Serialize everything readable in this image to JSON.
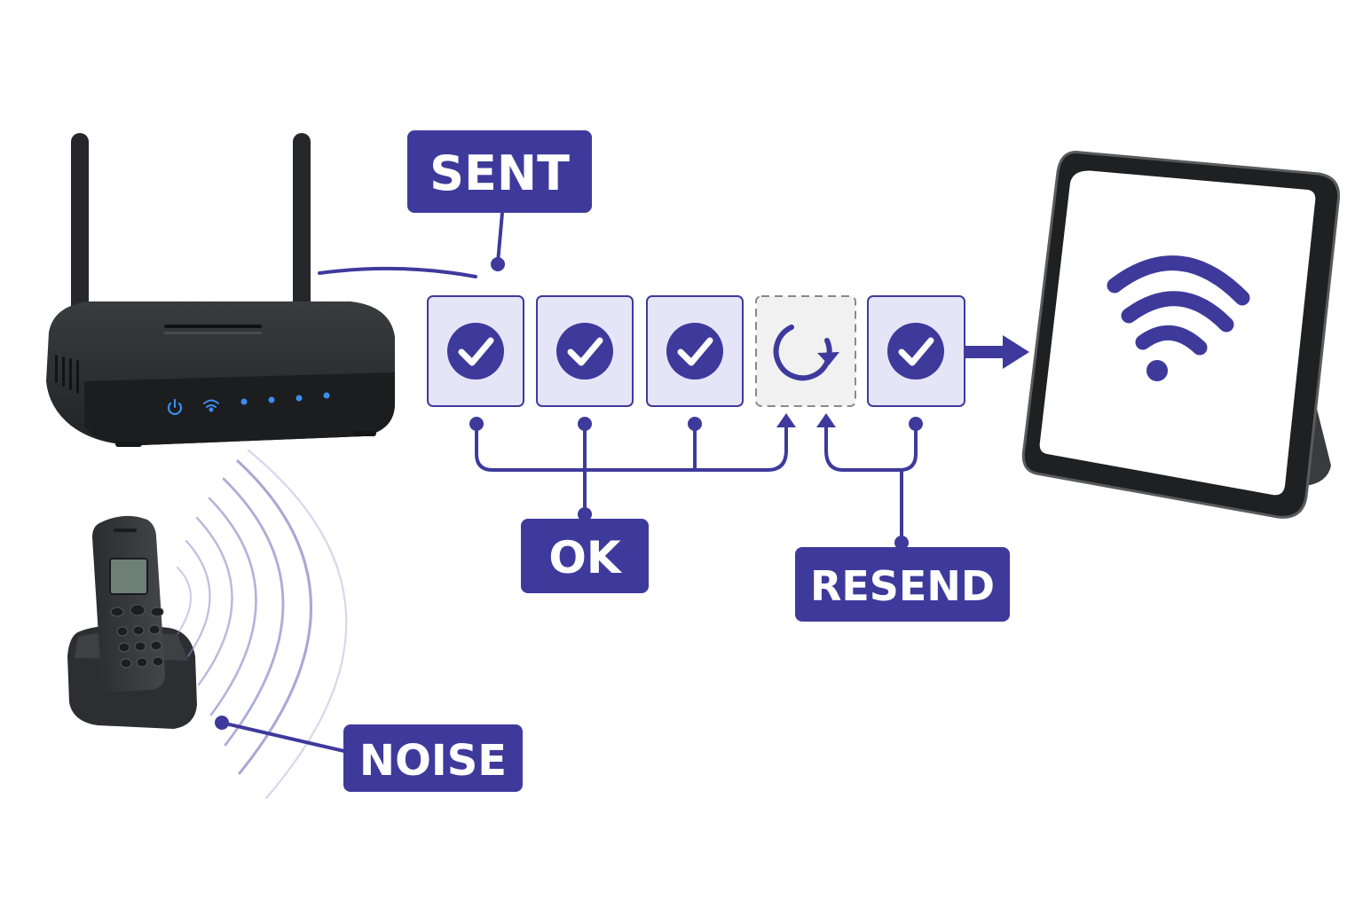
{
  "labels": {
    "sent": "SENT",
    "ok": "OK",
    "resend": "RESEND",
    "noise": "NOISE"
  },
  "packets": [
    {
      "status": "ok",
      "icon": "check-circle-icon"
    },
    {
      "status": "ok",
      "icon": "check-circle-icon"
    },
    {
      "status": "ok",
      "icon": "check-circle-icon"
    },
    {
      "status": "lost",
      "icon": "retry-arrow-icon"
    },
    {
      "status": "ok",
      "icon": "check-circle-icon"
    }
  ],
  "devices": {
    "sender": "wifi-router",
    "receiver": "tablet",
    "interference": "cordless-phone"
  },
  "colors": {
    "accent": "#3e3a9c",
    "packet_fill": "#e6e5f8",
    "lost_fill": "#f1f1f1",
    "device_dark": "#2a2b2d",
    "led_blue": "#3a8ef0"
  }
}
